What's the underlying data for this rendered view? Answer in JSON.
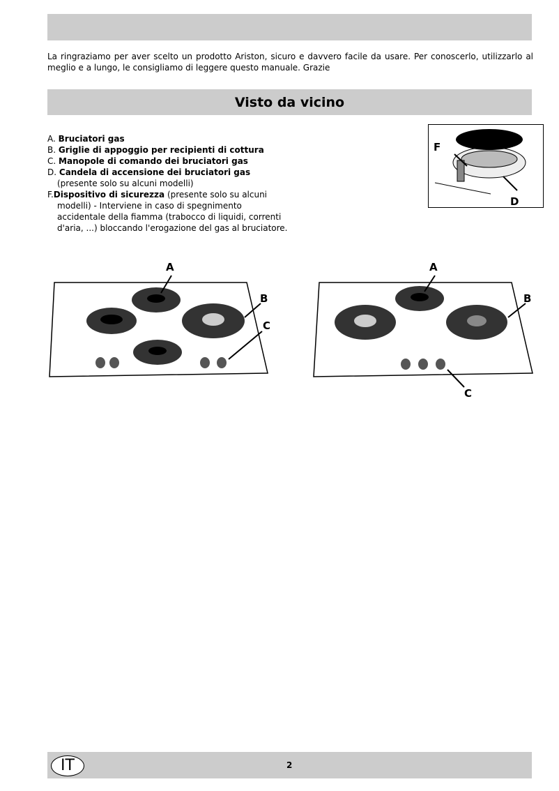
{
  "intro": "La ringraziamo per aver scelto un prodotto Ariston, sicuro e davvero facile da usare. Per conoscerlo, utilizzarlo al meglio e a lungo, le consigliamo di leggere questo manuale. Grazie",
  "section": {
    "title": "Visto da vicino"
  },
  "legend": [
    {
      "key": "A.",
      "term": "Bruciatori gas",
      "desc": ""
    },
    {
      "key": "B.",
      "term": "Griglie di appoggio per recipienti di cottura",
      "desc": ""
    },
    {
      "key": "C.",
      "term": "Manopole di comando dei bruciatori gas",
      "desc": ""
    },
    {
      "key": "D.",
      "term": "Candela di accensione dei bruciatori gas",
      "desc": " (presente solo su alcuni modelli)"
    },
    {
      "key": "F.",
      "term": "Dispositivo di sicurezza",
      "desc": " (presente solo su alcuni modelli) - Interviene in caso di spegnimento accidentale della fiamma  (trabocco di liquidi, correnti d'aria, ...) bloccando l'erogazione del gas al bruciatore."
    }
  ],
  "figures": {
    "small": {
      "labels": [
        "F",
        "D"
      ]
    },
    "left_hob": {
      "labels": [
        "A",
        "B",
        "C"
      ]
    },
    "right_hob": {
      "labels": [
        "A",
        "B",
        "C"
      ]
    }
  },
  "footer": {
    "language": "IT",
    "page": "2"
  }
}
